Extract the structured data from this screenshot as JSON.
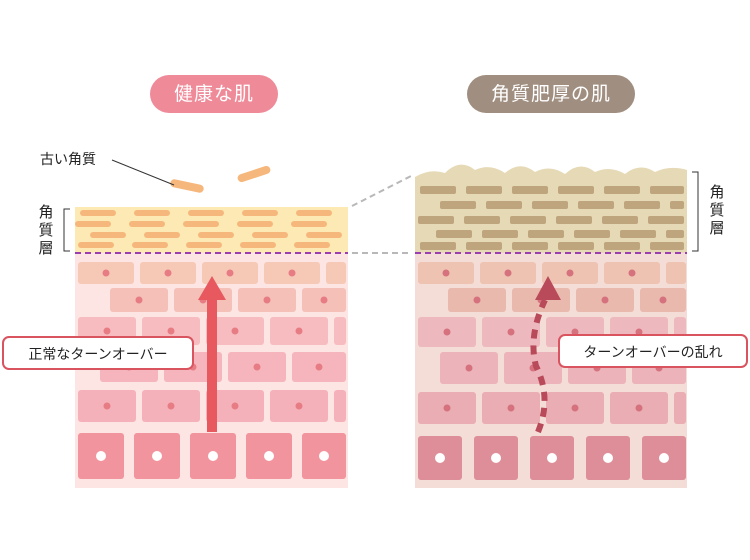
{
  "healthy": {
    "title": "健康な肌",
    "title_color": "#ef8a99",
    "old_cells_label": "古い角質",
    "layer_label": "角質層",
    "turnover_label": "正常なターンオーバー"
  },
  "thickened": {
    "title": "角質肥厚の肌",
    "title_color": "#a08f80",
    "layer_label": "角質層",
    "turnover_label": "ターンオーバーの乱れ"
  },
  "colors": {
    "accent_red": "#e8585f",
    "dashed_line": "#9b3fb0",
    "guide_gray": "#b8b8b8"
  }
}
